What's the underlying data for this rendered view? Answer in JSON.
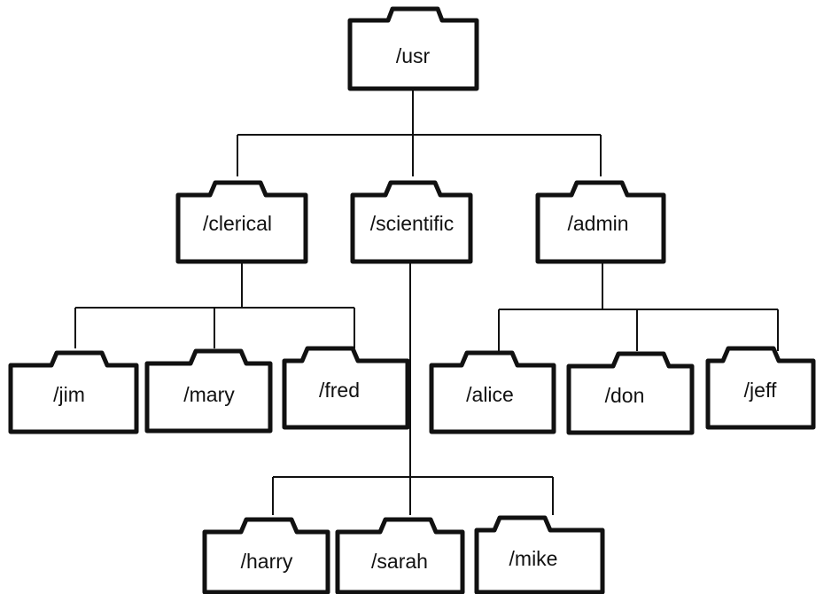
{
  "tree": {
    "root": {
      "label": "/usr"
    },
    "groups": {
      "clerical": {
        "label": "/clerical",
        "children": [
          {
            "label": "/jim"
          },
          {
            "label": "/mary"
          },
          {
            "label": "/fred"
          }
        ]
      },
      "scientific": {
        "label": "/scientific",
        "children": [
          {
            "label": "/harry"
          },
          {
            "label": "/sarah"
          },
          {
            "label": "/mike"
          }
        ]
      },
      "admin": {
        "label": "/admin",
        "children": [
          {
            "label": "/alice"
          },
          {
            "label": "/don"
          },
          {
            "label": "/jeff"
          }
        ]
      }
    }
  }
}
